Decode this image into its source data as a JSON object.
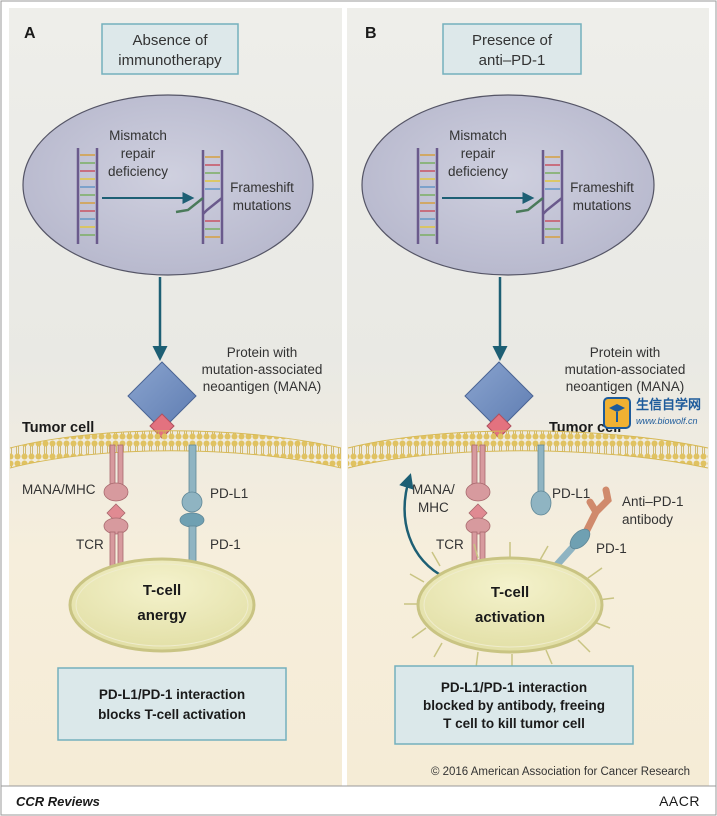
{
  "panel_a": {
    "letter": "A",
    "title_line1": "Absence of",
    "title_line2": "immunotherapy",
    "mmr_line1": "Mismatch",
    "mmr_line2": "repair",
    "mmr_line3": "deficiency",
    "fs_line1": "Frameshift",
    "fs_line2": "mutations",
    "protein_line1": "Protein with",
    "protein_line2": "mutation-associated",
    "protein_line3": "neoantigen (MANA)",
    "tumor_cell": "Tumor cell",
    "mana_mhc": "MANA/MHC",
    "tcr": "TCR",
    "pdl1": "PD-L1",
    "pd1": "PD-1",
    "tcell_line1": "T-cell",
    "tcell_line2": "anergy",
    "result_line1": "PD-L1/PD-1 interaction",
    "result_line2": "blocks T-cell activation"
  },
  "panel_b": {
    "letter": "B",
    "title_line1": "Presence of",
    "title_line2": "anti–PD-1",
    "mmr_line1": "Mismatch",
    "mmr_line2": "repair",
    "mmr_line3": "deficiency",
    "fs_line1": "Frameshift",
    "fs_line2": "mutations",
    "protein_line1": "Protein with",
    "protein_line2": "mutation-associated",
    "protein_line3": "neoantigen (MANA)",
    "tumor_cell": "Tumor cell",
    "mana_line1": "MANA/",
    "mana_line2": "MHC",
    "tcr": "TCR",
    "pdl1": "PD-L1",
    "pd1": "PD-1",
    "antibody_line1": "Anti–PD-1",
    "antibody_line2": "antibody",
    "tcell_line1": "T-cell",
    "tcell_line2": "activation",
    "result_line1": "PD-L1/PD-1 interaction",
    "result_line2": "blocked by antibody, freeing",
    "result_line3": "T cell to kill tumor cell"
  },
  "watermark": {
    "title": "生信自学网",
    "url": "www.biowolf.cn"
  },
  "copyright": "© 2016 American Association for Cancer Research",
  "footer": {
    "journal": "CCR Reviews",
    "logo": "AACR"
  },
  "colors": {
    "panel_bg": "#ebebe6",
    "nucleus": "#c3c4d6",
    "box_fill": "#dbe8ea",
    "box_stroke": "#6aaab8",
    "arrow": "#1d5f74",
    "membrane": "#e6c96e",
    "receptor_pink": "#d79a9e",
    "receptor_blue": "#8fb4c2",
    "diamond": "#6d8bbd",
    "tcell": "#ecebbb"
  }
}
